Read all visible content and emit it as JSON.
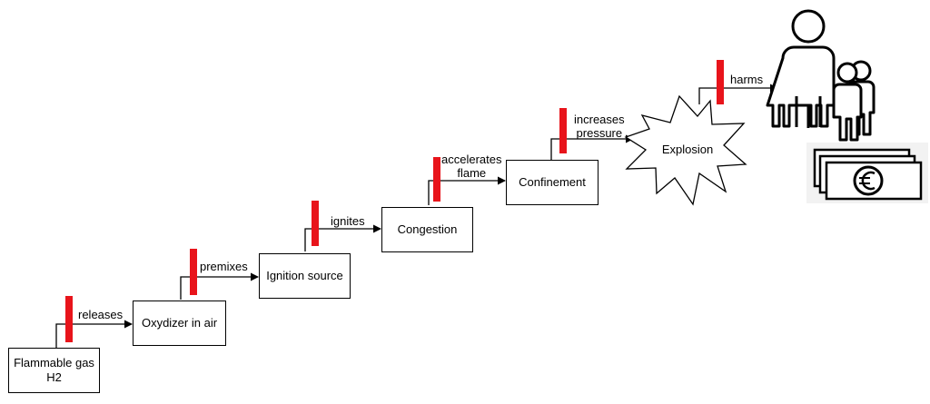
{
  "nodes": {
    "flammable_gas": [
      "Flammable gas",
      "H2"
    ],
    "oxydizer": "Oxydizer in air",
    "ignition": "Ignition source",
    "congestion": "Congestion",
    "confinement": "Confinement",
    "explosion": "Explosion"
  },
  "edges": {
    "releases": "releases",
    "premixes": "premixes",
    "ignites": "ignites",
    "accelerates": [
      "accelerates",
      "flame"
    ],
    "increases": [
      "increases",
      "pressure"
    ],
    "harms": "harms"
  },
  "icons": {
    "barrier": "barrier-icon",
    "people": "people-icon",
    "money": "euro-banknote-icon"
  },
  "colors": {
    "barrier": "#e8141b",
    "stroke": "#000000"
  }
}
